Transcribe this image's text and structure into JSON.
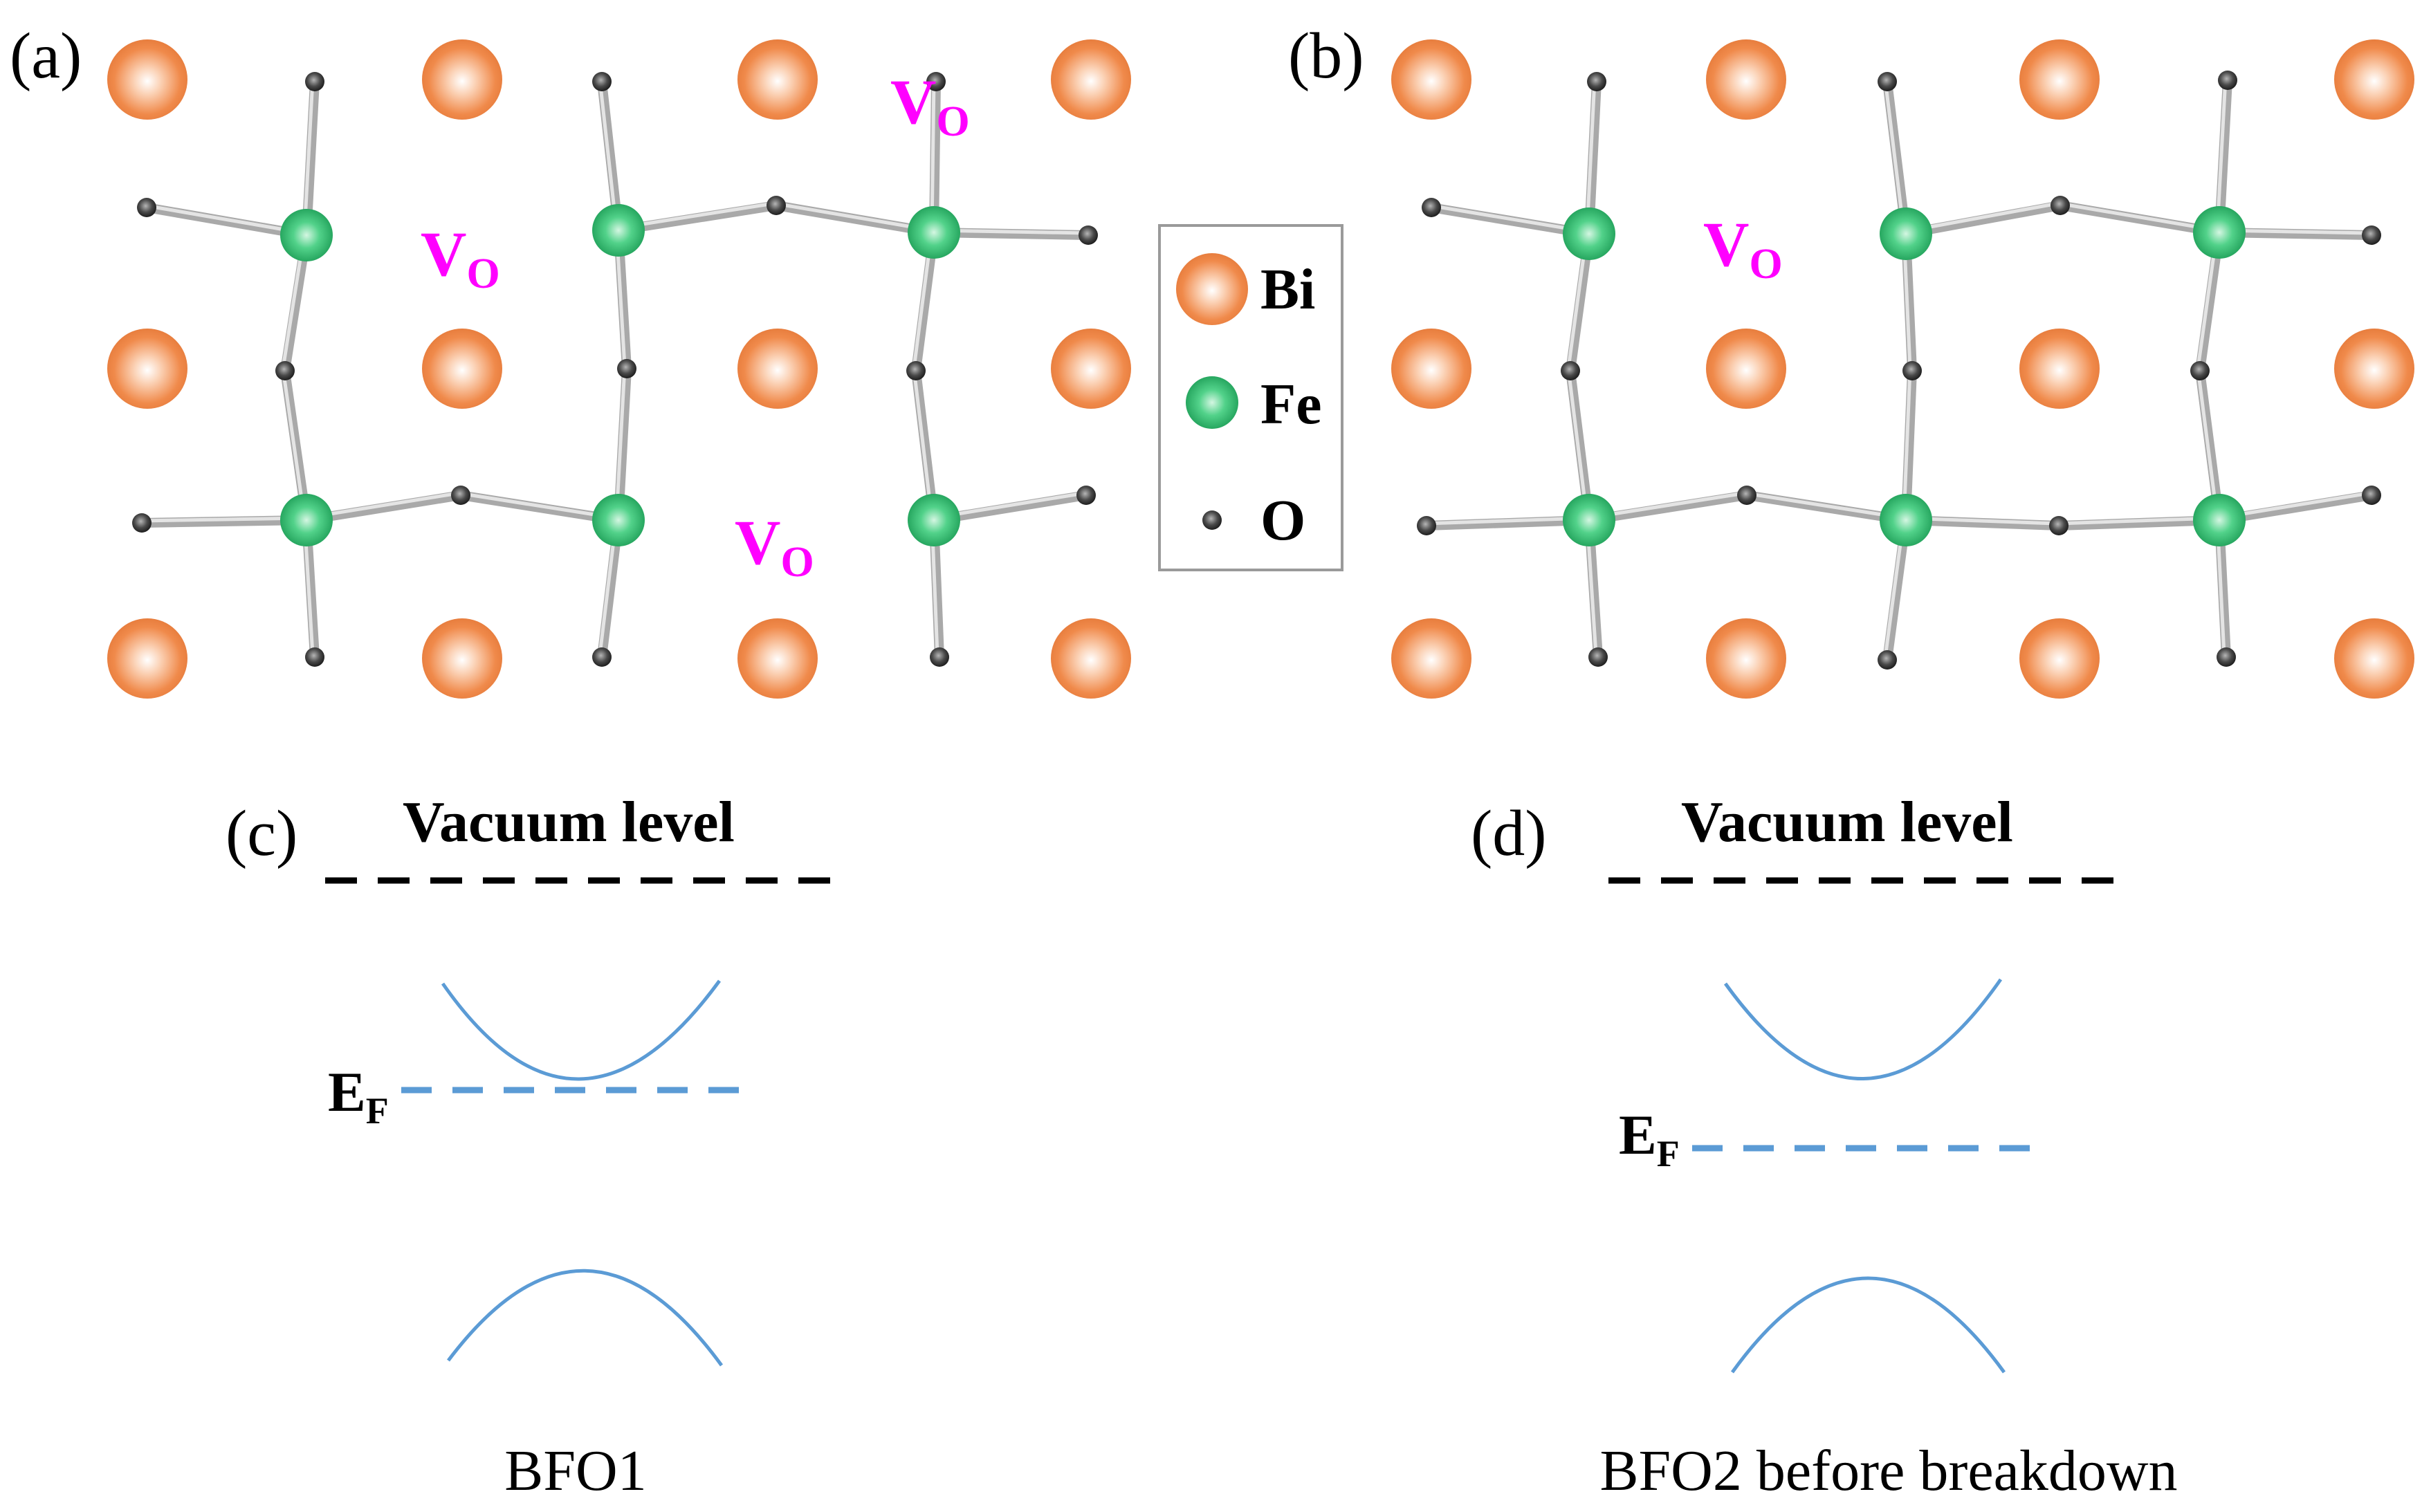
{
  "panels": {
    "a": {
      "label": "(a)",
      "vacancy_labels": [
        {
          "main": "V",
          "sub": "O"
        },
        {
          "main": "V",
          "sub": "O"
        },
        {
          "main": "V",
          "sub": "O"
        }
      ]
    },
    "b": {
      "label": "(b)",
      "vacancy_labels": [
        {
          "main": "V",
          "sub": "O"
        }
      ]
    },
    "c": {
      "label": "(c)",
      "title": "Vacuum level",
      "fermi": {
        "main": "E",
        "sub": "F"
      },
      "caption": "BFO1"
    },
    "d": {
      "label": "(d)",
      "title": "Vacuum level",
      "fermi": {
        "main": "E",
        "sub": "F"
      },
      "caption": "BFO2 before breakdown"
    }
  },
  "legend": [
    {
      "element": "Bi",
      "icon": "bi-atom-icon"
    },
    {
      "element": "Fe",
      "icon": "fe-atom-icon"
    },
    {
      "element": "O",
      "icon": "o-atom-icon"
    }
  ],
  "colors": {
    "bi": "#f08a4b",
    "fe": "#2fbf71",
    "o": "#3a3a3a",
    "bond": "#a9a9a9",
    "vacancy_label": "#ff00ff",
    "band": "#5b9bd5",
    "vacuum_level": "#000000"
  }
}
